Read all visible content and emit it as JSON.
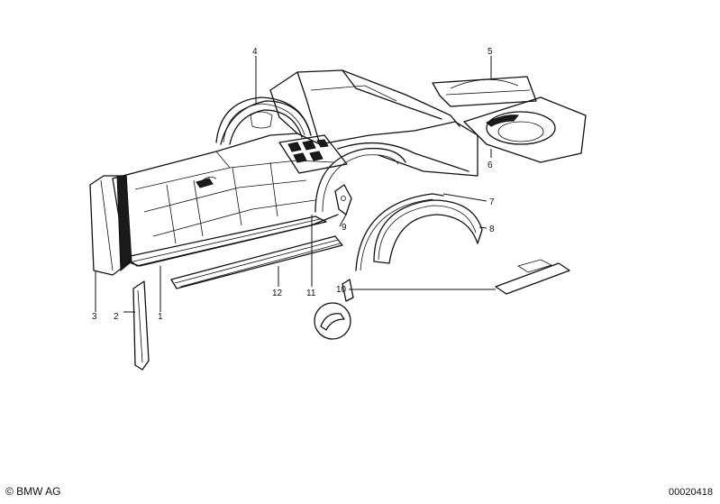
{
  "diagram": {
    "parts": [
      {
        "id": "1",
        "label": "1"
      },
      {
        "id": "2",
        "label": "2"
      },
      {
        "id": "3",
        "label": "3"
      },
      {
        "id": "4",
        "label": "4"
      },
      {
        "id": "5",
        "label": "5"
      },
      {
        "id": "6",
        "label": "6"
      },
      {
        "id": "7",
        "label": "7"
      },
      {
        "id": "8",
        "label": "8"
      },
      {
        "id": "9",
        "label": "9"
      },
      {
        "id": "10",
        "label": "10"
      },
      {
        "id": "11",
        "label": "11"
      },
      {
        "id": "12",
        "label": "12"
      }
    ]
  },
  "footer": {
    "copyright": "© BMW AG",
    "doc_number": "00020418"
  }
}
